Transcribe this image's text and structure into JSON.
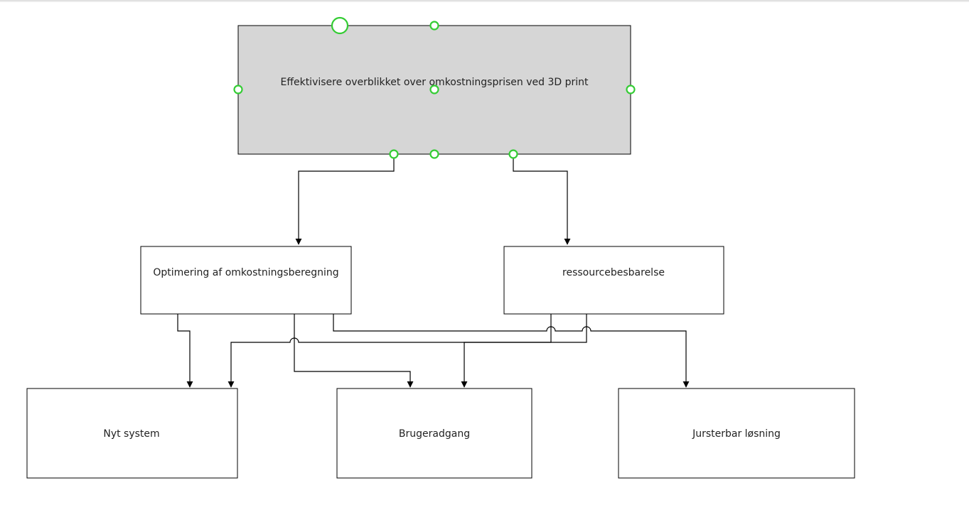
{
  "diagram": {
    "nodes": {
      "root": "Effektivisere overblikket over omkostningsprisen ved 3D print",
      "optimering": "Optimering af omkostningsberegning",
      "ressource": "ressourcebesbarelse",
      "nyt_system": "Nyt system",
      "brugeradgang": "Brugeradgang",
      "jursterbar": "Jursterbar løsning"
    },
    "colors": {
      "selected_fill": "#d6d6d6",
      "node_fill": "#ffffff",
      "stroke": "#000000",
      "handle": "#33cc33"
    }
  }
}
